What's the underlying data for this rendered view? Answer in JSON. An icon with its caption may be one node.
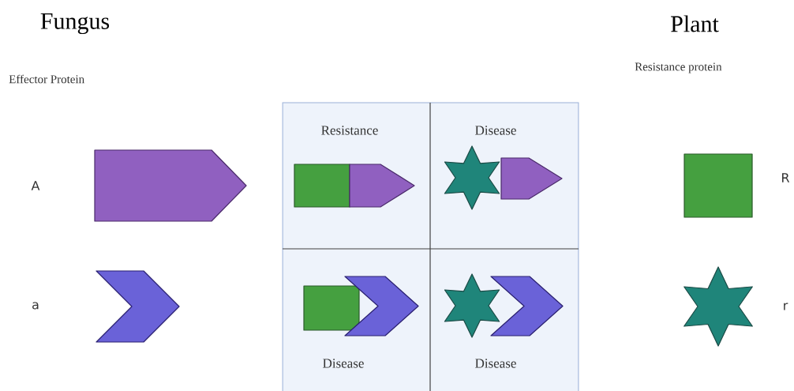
{
  "diagram": {
    "nodes": [
      {
        "text": [
          "Resistance"
        ]
      },
      {
        "text": [
          "Disease"
        ]
      },
      {
        "text": [
          "Disease"
        ]
      },
      {
        "text": [
          "Disease"
        ]
      }
    ],
    "labels": [
      "Fungus",
      "Plant",
      "Effector Protein",
      "Resistance protein",
      "A",
      "R",
      "a",
      "r"
    ]
  }
}
